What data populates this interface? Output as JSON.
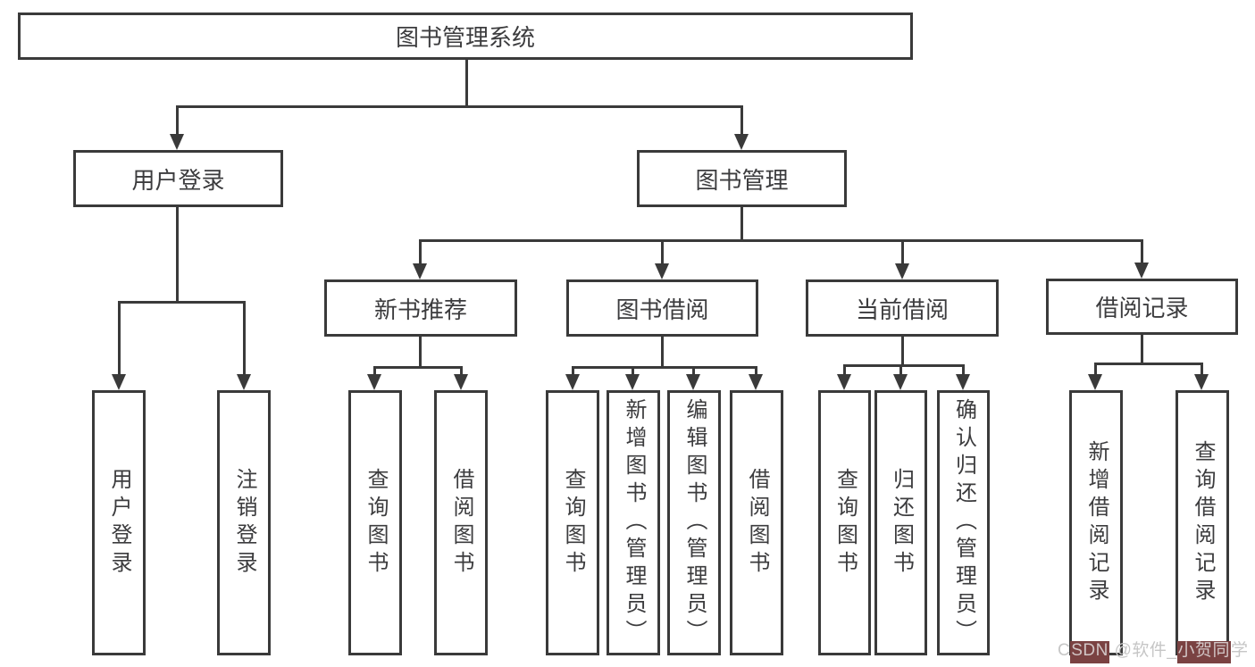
{
  "colors": {
    "line": "#3a3a3a",
    "text": "#3c3c3e",
    "background": "#ffffff",
    "watermark_gray": "#c6c6c6",
    "watermark_red_bg": "#7a4242",
    "watermark_red_text": "#d2c6c6"
  },
  "nodes": {
    "root": "图书管理系统",
    "user_login": "用户登录",
    "book_mgmt": "图书管理",
    "new_book_rec": "新书推荐",
    "book_borrow": "图书借阅",
    "current_borrow": "当前借阅",
    "borrow_records": "借阅记录",
    "ul_user_login": "用户登录",
    "ul_logout": "注销登录",
    "nb_query_book": "查询图书",
    "nb_borrow_book": "借阅图书",
    "bb_query_book": "查询图书",
    "bb_add_book": "新增图书（管理员）",
    "bb_edit_book": "编辑图书（管理员）",
    "bb_borrow_book": "借阅图书",
    "cb_query_book": "查询图书",
    "cb_return_book": "归还图书",
    "cb_confirm_return": "确认归还（管理员）",
    "br_add_record": "新增借阅记录",
    "br_query_record": "查询借阅记录"
  },
  "watermark": {
    "seg1": "C",
    "seg2": "SDN",
    "seg3": " @软件_",
    "seg4": "小贺同",
    "seg5": "学"
  }
}
